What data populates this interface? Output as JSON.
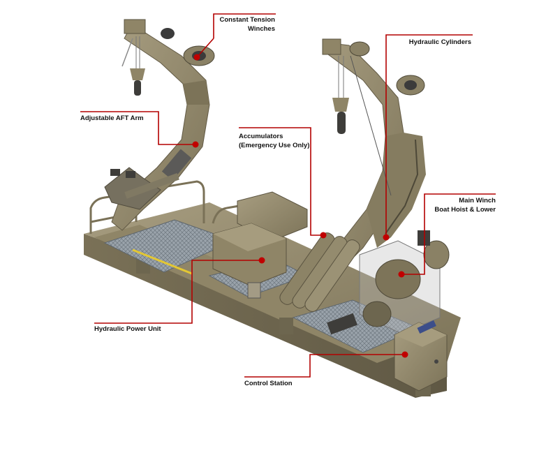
{
  "figure": {
    "subject": "deck-mounted davit launch and recovery system",
    "accent_color": "#b40000",
    "machine_color": "#8f8567",
    "grating_color": "#8b96a0"
  },
  "callouts": [
    {
      "id": "constant-tension-winches",
      "lines": [
        "Constant Tension",
        "Winches"
      ]
    },
    {
      "id": "hydraulic-cylinders",
      "lines": [
        "Hydraulic Cylinders"
      ]
    },
    {
      "id": "adjustable-aft-arm",
      "lines": [
        "Adjustable AFT Arm"
      ]
    },
    {
      "id": "accumulators",
      "lines": [
        "Accumulators",
        "(Emergency Use Only)"
      ]
    },
    {
      "id": "main-winch",
      "lines": [
        "Main Winch",
        "Boat Hoist & Lower"
      ]
    },
    {
      "id": "hydraulic-power-unit",
      "lines": [
        "Hydraulic Power Unit"
      ]
    },
    {
      "id": "control-station",
      "lines": [
        "Control Station"
      ]
    }
  ]
}
